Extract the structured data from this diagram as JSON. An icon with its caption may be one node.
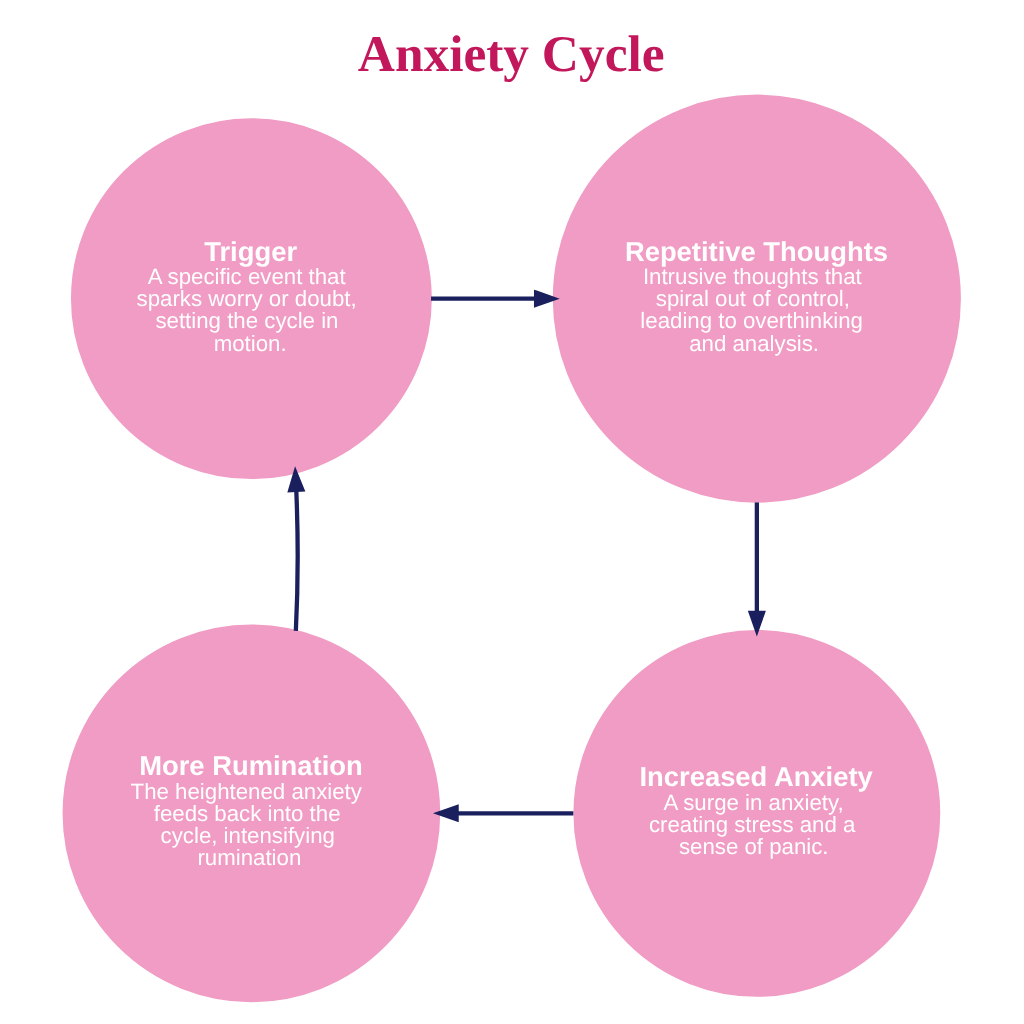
{
  "diagram": {
    "title": "Anxiety Cycle",
    "nodes": [
      {
        "text": [
          "Trigger",
          "A specific event that sparks worry or doubt, setting the cycle in motion."
        ]
      },
      {
        "text": [
          "Repetitive Thoughts",
          "Intrusive thoughts that spiral out of control, leading to overthinking and analysis."
        ]
      },
      {
        "text": [
          "Increased Anxiety",
          "A surge in anxiety, creating stress and a sense of panic."
        ]
      },
      {
        "text": [
          "More Rumination",
          "The heightened anxiety feeds back into the cycle, intensifying rumination"
        ]
      }
    ],
    "edges": [
      {
        "from": 0,
        "to": 1,
        "arrow": "to"
      },
      {
        "from": 1,
        "to": 2,
        "arrow": "to"
      },
      {
        "from": 2,
        "to": 3,
        "arrow": "to"
      },
      {
        "from": 3,
        "to": 0,
        "arrow": "to"
      }
    ]
  }
}
